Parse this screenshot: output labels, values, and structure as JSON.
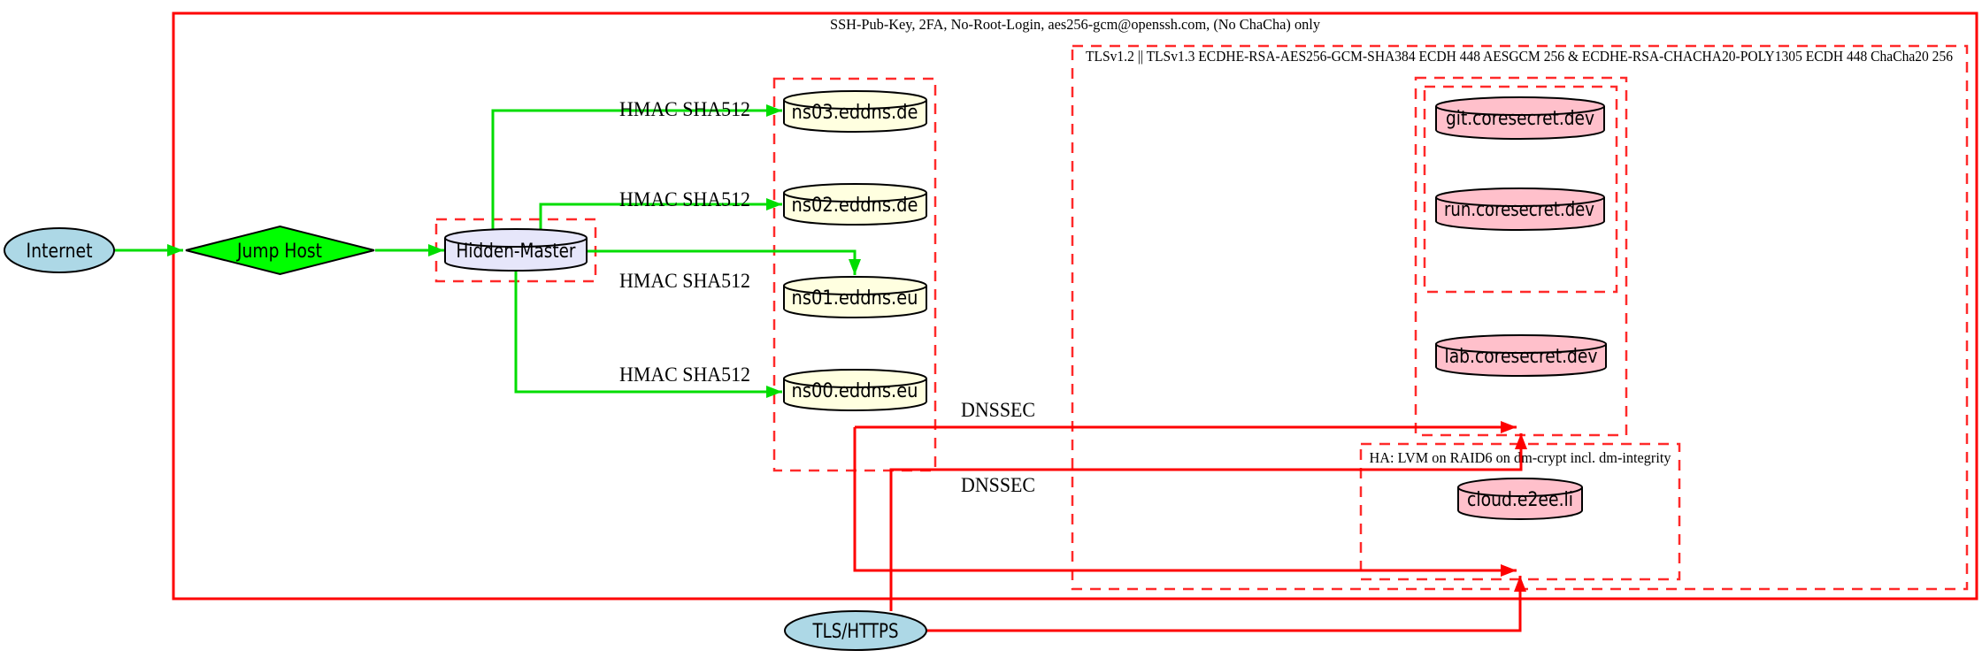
{
  "diagram": {
    "type": "network-security-topology",
    "clusters": {
      "ssh": {
        "label": "SSH-Pub-Key, 2FA, No-Root-Login, aes256-gcm@openssh.com, (No ChaCha) only",
        "border_style": "solid",
        "border_color": "#fe0000"
      },
      "tls": {
        "label": "TLSv1.2 || TLSv1.3 ECDHE-RSA-AES256-GCM-SHA384 ECDH 448 AESGCM 256 & ECDHE-RSA-CHACHA20-POLY1305 ECDH 448 ChaCha20 256",
        "border_style": "dashed",
        "border_color": "#ff2a2a"
      },
      "ha": {
        "label": "HA: LVM on RAID6 on dm-crypt incl. dm-integrity",
        "border_style": "dashed",
        "border_color": "#ff2a2a"
      },
      "hidden_master_box": {
        "border_style": "dashed",
        "border_color": "#ff2a2a"
      },
      "nameserver_box": {
        "border_style": "dashed",
        "border_color": "#ff2a2a"
      },
      "coresecret_outer_box": {
        "border_style": "dashed",
        "border_color": "#ff2a2a"
      },
      "coresecret_inner_box": {
        "border_style": "dashed",
        "border_color": "#ff2a2a"
      }
    },
    "nodes": {
      "internet": {
        "label": "Internet",
        "shape": "ellipse",
        "fill": "#ADD8E6"
      },
      "jump_host": {
        "label": "Jump Host",
        "shape": "diamond",
        "fill": "#00FF00"
      },
      "hidden_master": {
        "label": "Hidden-Master",
        "shape": "cylinder",
        "fill": "#E6E6FA"
      },
      "ns03": {
        "label": "ns03.eddns.de",
        "shape": "cylinder",
        "fill": "#FFFFE0"
      },
      "ns02": {
        "label": "ns02.eddns.de",
        "shape": "cylinder",
        "fill": "#FFFFE0"
      },
      "ns01": {
        "label": "ns01.eddns.eu",
        "shape": "cylinder",
        "fill": "#FFFFE0"
      },
      "ns00": {
        "label": "ns00.eddns.eu",
        "shape": "cylinder",
        "fill": "#FFFFE0"
      },
      "git": {
        "label": "git.coresecret.dev",
        "shape": "cylinder",
        "fill": "#FFC0CB"
      },
      "run": {
        "label": "run.coresecret.dev",
        "shape": "cylinder",
        "fill": "#FFC0CB"
      },
      "lab": {
        "label": "lab.coresecret.dev",
        "shape": "cylinder",
        "fill": "#FFC0CB"
      },
      "cloud": {
        "label": "cloud.e2ee.li",
        "shape": "cylinder",
        "fill": "#FFC0CB"
      },
      "tls_https": {
        "label": "TLS/HTTPS",
        "shape": "ellipse",
        "fill": "#ADD8E6"
      }
    },
    "edge_labels": {
      "hmac": "HMAC SHA512",
      "dnssec": "DNSSEC"
    },
    "colors": {
      "edge_green": "#00dd00",
      "edge_red": "#fe0000",
      "node_border": "#000000"
    }
  }
}
